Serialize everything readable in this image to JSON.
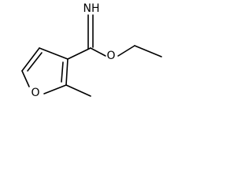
{
  "structure": {
    "atoms": {
      "imine_nh": "NH",
      "ester_o": "O",
      "ring_o": "O"
    },
    "colors": {
      "bond": "#000000",
      "label": "#000000",
      "background": "#ffffff"
    }
  }
}
